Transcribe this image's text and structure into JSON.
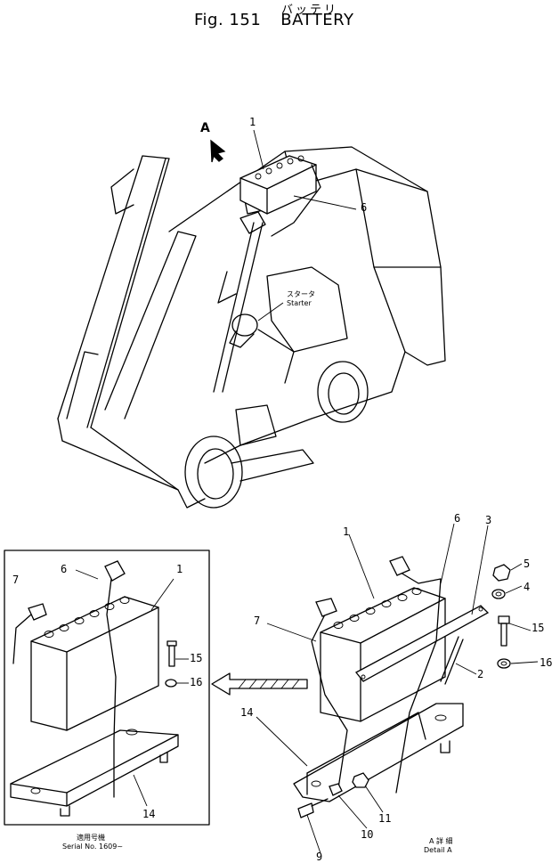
{
  "header": {
    "title_jp": "バッテリ",
    "fig_label": "Fig. 151",
    "title": "BATTERY"
  },
  "view_marker": "A",
  "starter": {
    "jp": "スタータ",
    "en": "Starter"
  },
  "callouts_main": {
    "battery": "1",
    "cable": "6"
  },
  "inset": {
    "callouts": {
      "battery": "1",
      "cable_6": "6",
      "cable_7": "7",
      "bolt": "15",
      "washer": "16",
      "tray": "14"
    },
    "serial_jp": "適用号機",
    "serial_en": "Serial  No. 1609~"
  },
  "detail": {
    "callouts": {
      "battery": "1",
      "cable_6": "6",
      "bar": "3",
      "nut": "5",
      "washer_4": "4",
      "bolt_15": "15",
      "washer_16": "16",
      "rod": "2",
      "cable_7": "7",
      "tray": "14",
      "nut_11": "11",
      "washer_10": "10",
      "bolt_9": "9"
    },
    "label_jp": "A 詳 細",
    "label_en": "Detail  A"
  }
}
